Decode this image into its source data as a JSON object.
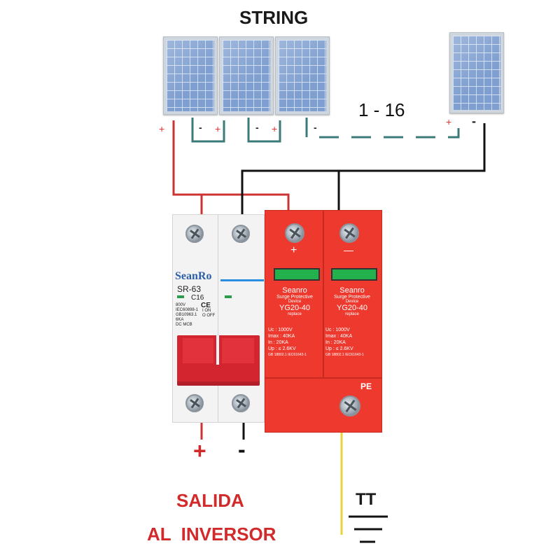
{
  "diagram": {
    "title": "STRING",
    "panel_count_label": "1 - 16",
    "output_label_line1": "SALIDA",
    "output_label_line2": "AL  INVERSOR",
    "ground_label": "TT",
    "pe_label": "PE",
    "output_plus": "+",
    "output_minus": "-",
    "terminal_plus": "+",
    "terminal_minus": "-"
  },
  "mcb": {
    "brand": "SeanRo",
    "model": "SR-63",
    "rating": "C16",
    "spec_line1": "800V",
    "spec_line2": "IEC60898-1",
    "spec_line3": "GB10963.1",
    "spec_line4": "6KA",
    "spec_line5": "DC MCB",
    "on_label": "I ON",
    "off_label": "O OFF"
  },
  "spd": {
    "brand": "Seanro",
    "subtitle1": "Surge Protective",
    "subtitle2": "Device",
    "model": "YG20-40",
    "replace_label": "replace",
    "uc": "Uc   :   1000V",
    "imax": "Imax  :   40KA",
    "in": "In     :   20KA",
    "up": "Up   : ≤ 2.6KV",
    "standard": "GB 18802.1 IEC61643-1",
    "pole_plus": "+",
    "pole_minus": "—"
  },
  "colors": {
    "positive_wire": "#cc3333",
    "negative_wire": "#111111",
    "string_wire": "#3b7a78",
    "ground_wire": "#e8d23a",
    "spd_body": "#ee3a2e",
    "mcb_handle": "#d3252f",
    "label_red": "#d22a2a"
  }
}
